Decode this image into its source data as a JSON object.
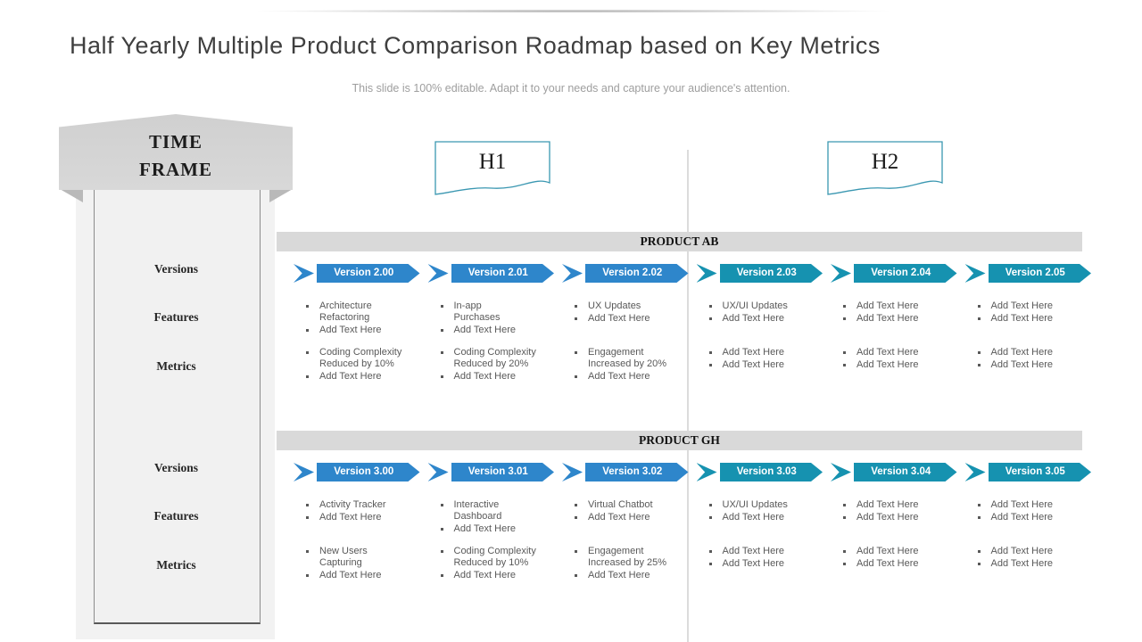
{
  "slide": {
    "title": "Half Yearly Multiple Product Comparison Roadmap based on Key Metrics",
    "subtitle": "This slide is 100% editable. Adapt it to your needs and capture your audience's attention."
  },
  "timeframe": {
    "label": "TIME FRAME",
    "row_labels": [
      "Versions",
      "Features",
      "Metrics",
      "Versions",
      "Features",
      "Metrics"
    ]
  },
  "half_headers": [
    {
      "label": "H1"
    },
    {
      "label": "H2"
    }
  ],
  "colors": {
    "h1_arrow": "#2e86cb",
    "h2_arrow": "#1692b0",
    "flag_border": "#3a97b1",
    "header_bar": "#d9d9d9",
    "panel_gray": "#f2f2f2",
    "body_text": "#595959"
  },
  "products": [
    {
      "name": "PRODUCT AB",
      "versions": [
        {
          "label": "Version 2.00",
          "half": "H1",
          "features": [
            "Architecture\nRefactoring",
            "Add Text Here"
          ],
          "metrics": [
            "Coding Complexity\nReduced by 10%",
            "Add Text Here"
          ]
        },
        {
          "label": "Version 2.01",
          "half": "H1",
          "features": [
            "In-app\nPurchases",
            "Add Text Here"
          ],
          "metrics": [
            "Coding Complexity\nReduced by 20%",
            "Add Text Here"
          ]
        },
        {
          "label": "Version 2.02",
          "half": "H1",
          "features": [
            "UX Updates",
            "Add Text Here"
          ],
          "metrics": [
            "Engagement\nIncreased by 20%",
            "Add Text Here"
          ]
        },
        {
          "label": "Version 2.03",
          "half": "H2",
          "features": [
            "UX/UI Updates",
            "Add Text Here"
          ],
          "metrics": [
            "Add Text Here",
            "Add Text Here"
          ]
        },
        {
          "label": "Version 2.04",
          "half": "H2",
          "features": [
            "Add Text Here",
            "Add Text Here"
          ],
          "metrics": [
            "Add Text Here",
            "Add Text Here"
          ]
        },
        {
          "label": "Version 2.05",
          "half": "H2",
          "features": [
            "Add Text Here",
            "Add Text Here"
          ],
          "metrics": [
            "Add Text Here",
            "Add Text Here"
          ]
        }
      ]
    },
    {
      "name": "PRODUCT GH",
      "versions": [
        {
          "label": "Version 3.00",
          "half": "H1",
          "features": [
            "Activity Tracker",
            "Add Text Here"
          ],
          "metrics": [
            "New Users Capturing",
            "Add Text Here"
          ]
        },
        {
          "label": "Version 3.01",
          "half": "H1",
          "features": [
            "Interactive\nDashboard",
            "Add Text Here"
          ],
          "metrics": [
            "Coding Complexity\nReduced by 10%",
            "Add Text Here"
          ]
        },
        {
          "label": "Version 3.02",
          "half": "H1",
          "features": [
            "Virtual Chatbot",
            "Add Text Here"
          ],
          "metrics": [
            "Engagement\nIncreased by 25%",
            "Add Text Here"
          ]
        },
        {
          "label": "Version 3.03",
          "half": "H2",
          "features": [
            "UX/UI Updates",
            "Add Text Here"
          ],
          "metrics": [
            "Add Text Here",
            "Add Text Here"
          ]
        },
        {
          "label": "Version 3.04",
          "half": "H2",
          "features": [
            "Add Text Here",
            "Add Text Here"
          ],
          "metrics": [
            "Add Text Here",
            "Add Text Here"
          ]
        },
        {
          "label": "Version 3.05",
          "half": "H2",
          "features": [
            "Add Text Here",
            "Add Text Here"
          ],
          "metrics": [
            "Add Text Here",
            "Add Text Here"
          ]
        }
      ]
    }
  ]
}
